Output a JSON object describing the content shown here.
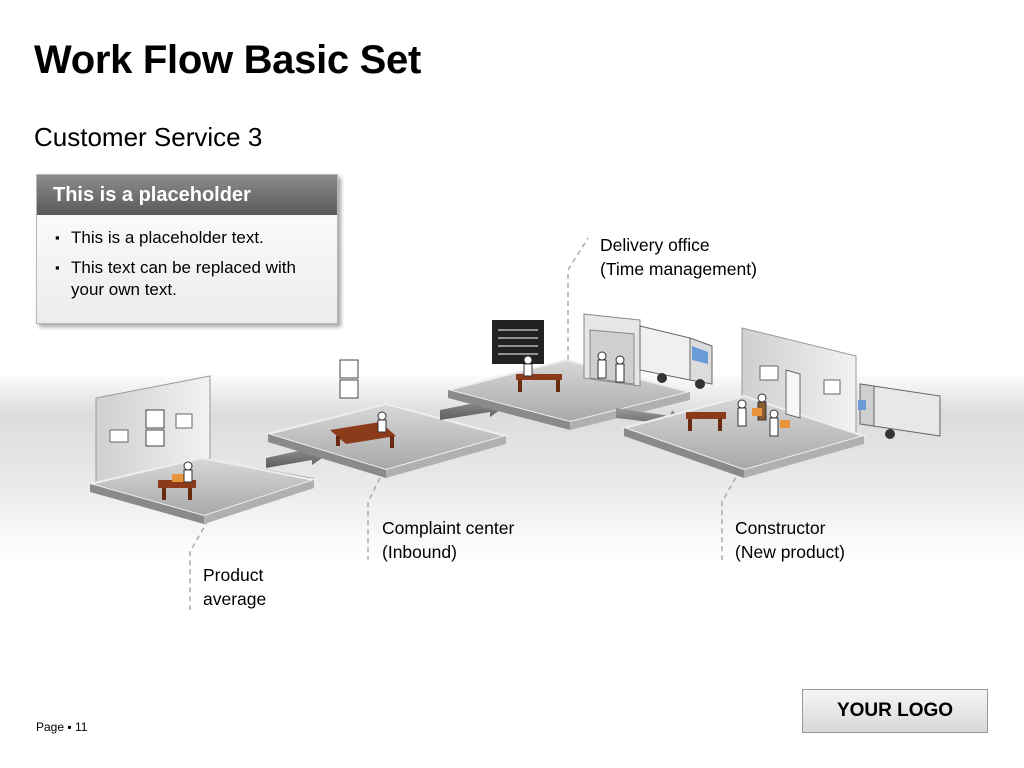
{
  "title": "Work Flow Basic Set",
  "subtitle": "Customer Service 3",
  "placeholder": {
    "heading": "This is a placeholder",
    "bullets": [
      "This is a placeholder text.",
      "This text can be replaced with your own text."
    ]
  },
  "labels": {
    "product": [
      "Product",
      "average"
    ],
    "complaint": [
      "Complaint center",
      "(Inbound)"
    ],
    "delivery": [
      "Delivery office",
      "(Time management)"
    ],
    "constructor": [
      "Constructor",
      "(New product)"
    ]
  },
  "footer": {
    "page": "Page ▪ 11",
    "logo": "YOUR LOGO"
  },
  "colors": {
    "platform": "#c0c0c0",
    "desk": "#8b3a1a",
    "box": "#e8943a",
    "arrow": "#777777"
  }
}
